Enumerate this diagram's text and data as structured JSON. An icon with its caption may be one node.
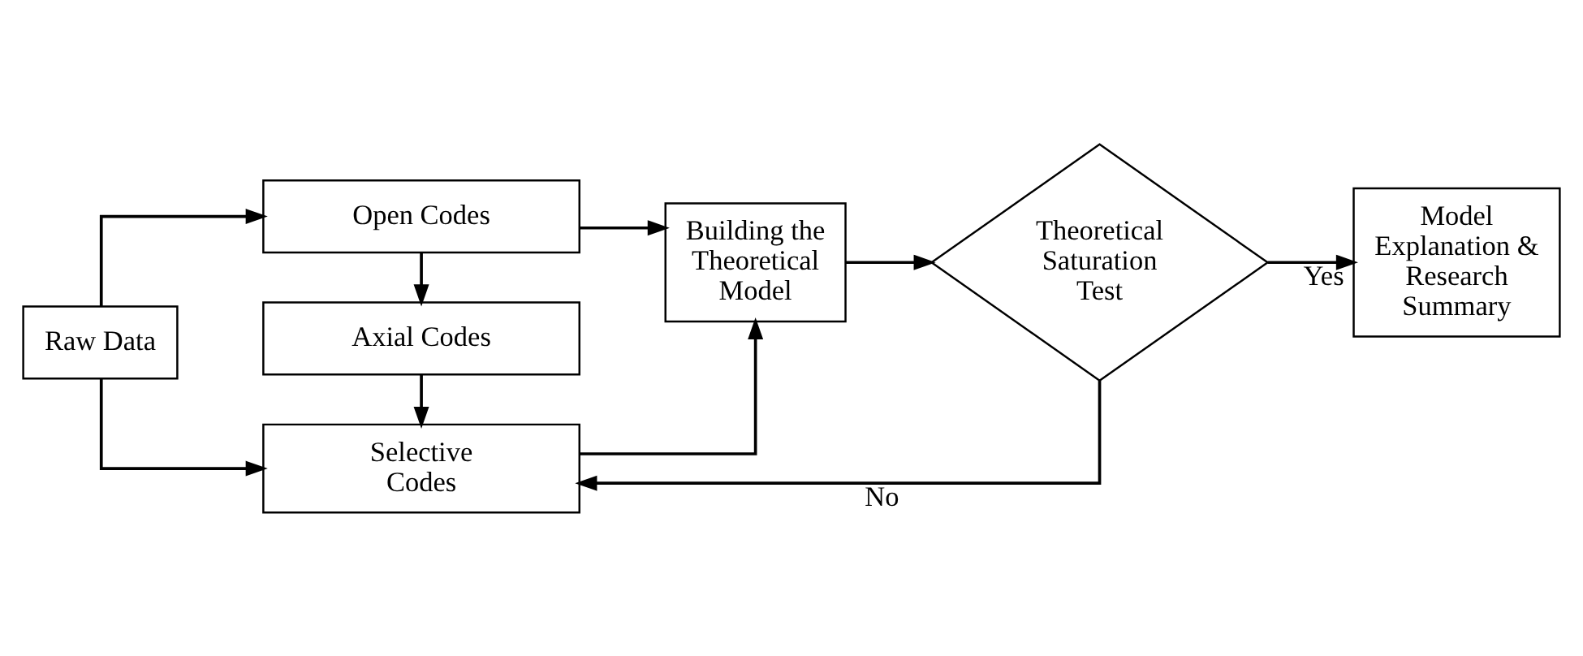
{
  "diagram": {
    "nodes": [
      {
        "text": [
          "Raw Data"
        ]
      },
      {
        "text": [
          "Open Codes"
        ]
      },
      {
        "text": [
          "Axial Codes"
        ]
      },
      {
        "text": [
          "Selective Codes"
        ]
      },
      {
        "text": [
          "Building the Theoretical Model"
        ]
      },
      {
        "text": [
          "Theoretical Saturation Test"
        ]
      },
      {
        "text": [
          "Model Explanation & Research Summary"
        ]
      }
    ],
    "edges": [
      {
        "from": 0,
        "to": 1,
        "arrow": "to"
      },
      {
        "from": 0,
        "to": 3,
        "arrow": "to"
      },
      {
        "from": 1,
        "to": 2,
        "arrow": "to"
      },
      {
        "from": 2,
        "to": 3,
        "arrow": "to"
      },
      {
        "from": 1,
        "to": 4,
        "arrow": "to"
      },
      {
        "from": 3,
        "to": 4,
        "arrow": "to"
      },
      {
        "from": 4,
        "to": 5,
        "arrow": "to"
      },
      {
        "from": 5,
        "to": 6,
        "arrow": "to",
        "label": "Yes"
      },
      {
        "from": 5,
        "to": 3,
        "arrow": "to",
        "label": "No"
      }
    ]
  }
}
